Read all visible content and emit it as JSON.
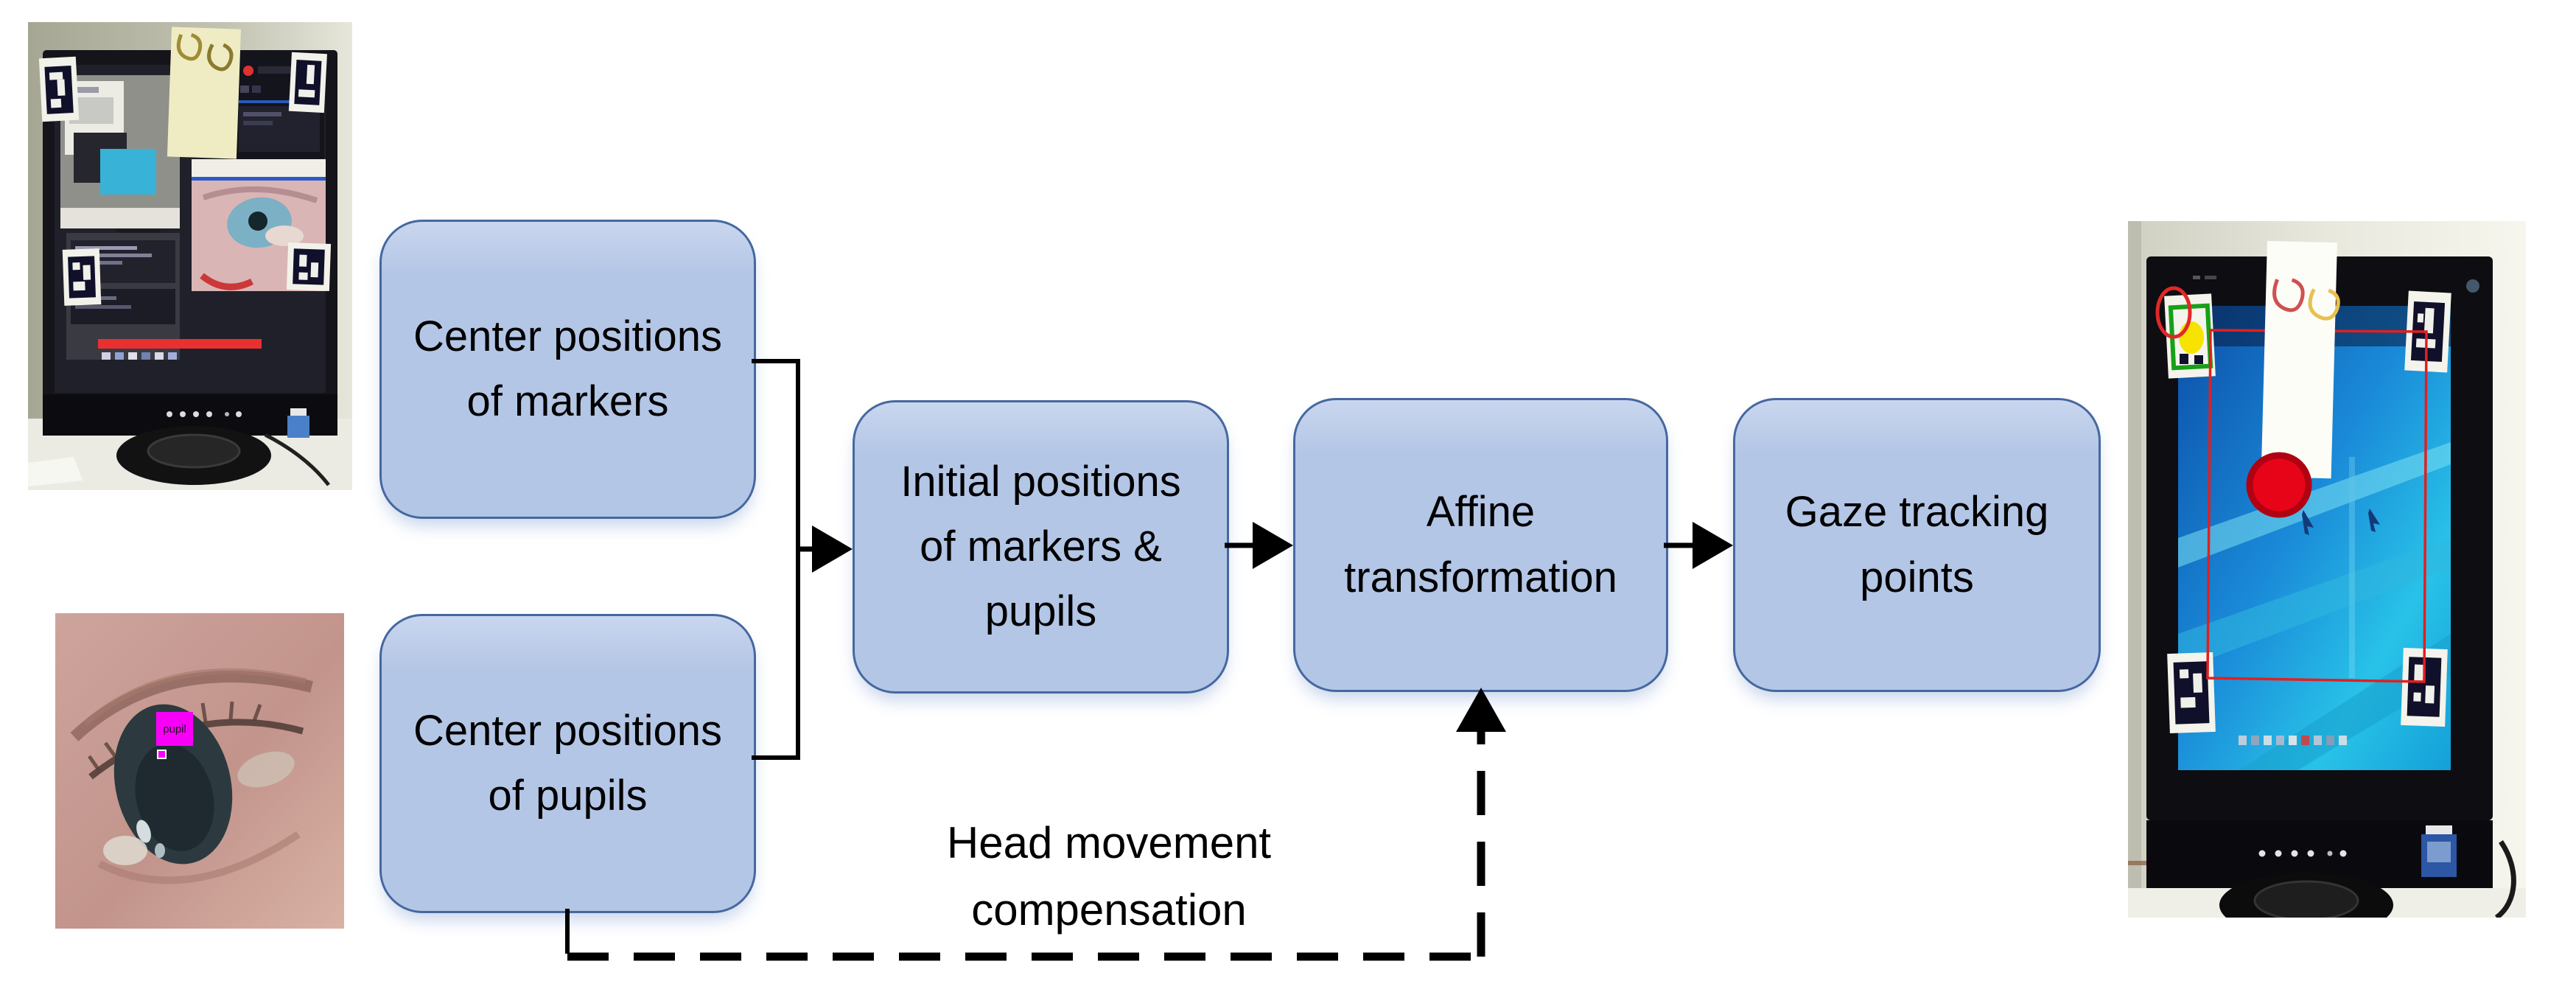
{
  "diagram": {
    "boxes": [
      {
        "id": "center-markers",
        "label": "Center positions\nof markers"
      },
      {
        "id": "center-pupils",
        "label": "Center positions\nof pupils"
      },
      {
        "id": "initial-positions",
        "label": "Initial positions\nof markers &\npupils"
      },
      {
        "id": "affine",
        "label": "Affine\ntransformation"
      },
      {
        "id": "gaze-points",
        "label": "Gaze tracking\npoints"
      }
    ],
    "annotation": {
      "label": "Head movement\ncompensation"
    }
  },
  "photos": {
    "eye": {
      "pupil_label": "pupil"
    }
  },
  "colors": {
    "box_fill": "#b4c6e6",
    "box_fill_top": "#c9d6ee",
    "box_border": "#45689f",
    "arrow": "#000000",
    "text": "#000000",
    "pupil_tag": "#f800f8",
    "gaze_dot": "#e80418",
    "marker_highlight": "#18a018",
    "tracking_rect": "#e02020"
  }
}
